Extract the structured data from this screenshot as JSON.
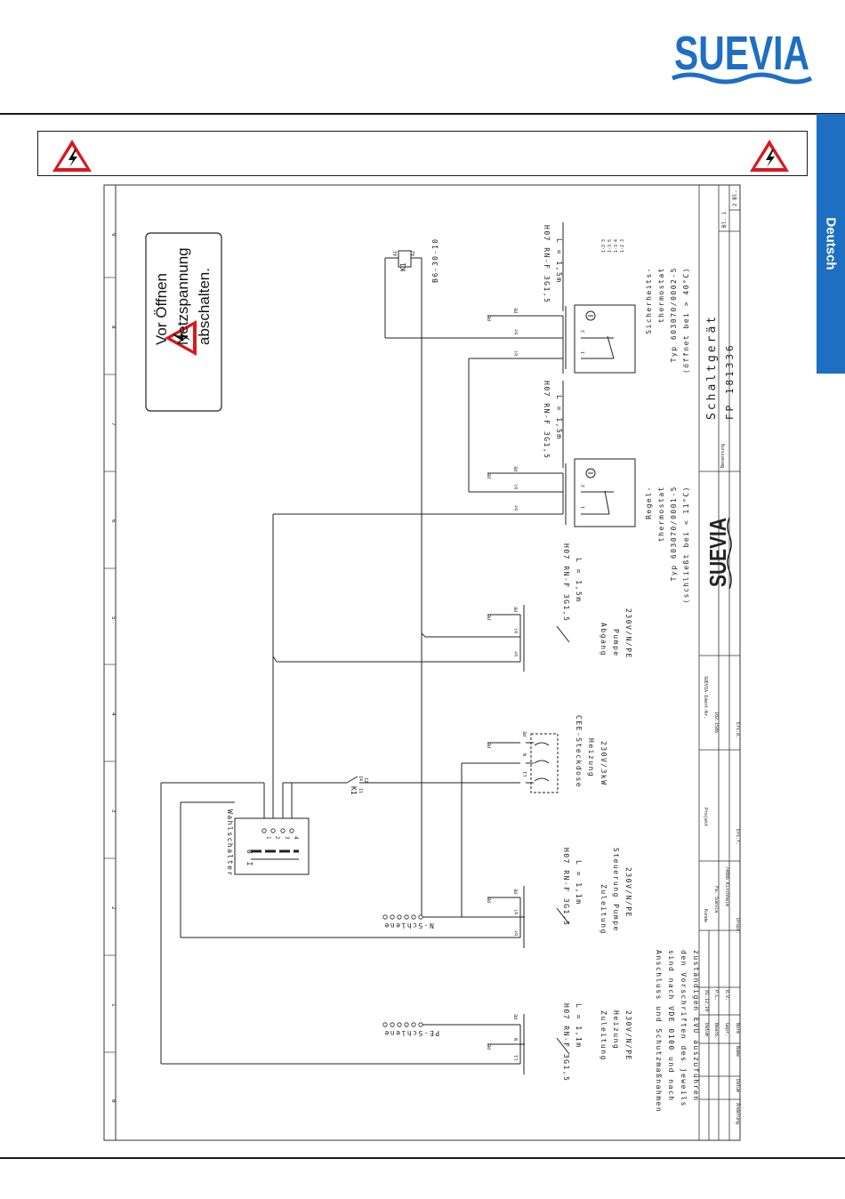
{
  "brand": {
    "name": "SUEVIA",
    "wave_color": "#1e6fc2",
    "text_color": "#1e6fc2"
  },
  "language_tab": {
    "label": "Deutsch",
    "color": "#1e6fc2"
  },
  "warning_icon": "high-voltage-warning-icon",
  "sign": {
    "lines": [
      "Vor Öffnen",
      "Netzspannung",
      "abschalten."
    ]
  },
  "components": {
    "wahlschalter": "Wahlschalter",
    "wahlschalter_positions": "0 I",
    "switch_pins": [
      "1",
      "2",
      "3",
      "4"
    ],
    "n_schiene": "N-Schiene",
    "pe_schiene": "PE-Schiene",
    "k1_contact": "K1",
    "k1_contact_pins": [
      "11",
      "12"
    ],
    "k1_contact_pin14": "14",
    "relay_label": "K1",
    "relay_pins": [
      "A1",
      "A2"
    ],
    "relay_type": "B6-30-10"
  },
  "cables": [
    {
      "id": "zuleitung-heizung",
      "type": "H07 RN-F 3G1,5",
      "length": "L = 1,1m",
      "desc": [
        "Zuleitung",
        "Heizung",
        "230V/N/PE"
      ],
      "wires": [
        "L1",
        "N",
        "PE"
      ]
    },
    {
      "id": "zuleitung-steuerung",
      "type": "H07 RN-F 3G1,5",
      "length": "L = 1,1m",
      "desc": [
        "Zuleitung",
        "Steuerung Pumpe",
        "230V/N/PE"
      ],
      "wires": [
        "br",
        "bl",
        "PE"
      ]
    },
    {
      "id": "cee-steckdose",
      "type": "",
      "length": "",
      "desc": [
        "CEE-Steckdose",
        "Heizung",
        "230V/3kW"
      ],
      "wires": [
        "L1",
        "N",
        "PE"
      ]
    },
    {
      "id": "abgang-pumpe",
      "type": "H07 RN-F 3G1,5",
      "length": "L = 1,5m",
      "desc": [
        "Abgang",
        "Pumpe",
        "230V/N/PE"
      ],
      "wires": [
        "br",
        "bl",
        "PE"
      ]
    },
    {
      "id": "regel-kabel",
      "type": "H07 RN-F 3G1,5",
      "length": "L = 1,5m",
      "desc": [],
      "wires": [
        "br",
        "bl",
        "PE"
      ]
    },
    {
      "id": "sicher-kabel",
      "type": "H07 RN-F 3G1,5",
      "length": "L = 1,5m",
      "desc": [],
      "wires": [
        "bl",
        "br",
        "PE"
      ]
    }
  ],
  "thermostats": [
    {
      "id": "regelthermostat",
      "lines": [
        "Regel-",
        "thermostat",
        "Typ 603070/0001-5",
        "(schließt bei < 11°C)"
      ],
      "terminals": [
        "1",
        "2"
      ]
    },
    {
      "id": "sicherheitsthermostat",
      "lines": [
        "Sicherheits-",
        "thermostat",
        "Typ 603070/0002-5",
        "(öffnet bei > 40°C)"
      ],
      "terminals": [
        "1",
        "2"
      ]
    }
  ],
  "contact_table": [
    "1-2 3",
    "1-3 5",
    "1-3 4",
    "1-2 3"
  ],
  "note": [
    "Anschluss und Schutzmaßnahmen",
    "sind nach VDE 0100 und nach",
    "den Vorschriften des jeweils",
    "zuständigen EVU auszuführen"
  ],
  "grid_numbers": [
    "0",
    "1",
    "2",
    "3",
    "4",
    "5",
    "6",
    "7",
    "8",
    "9"
  ],
  "title_block": {
    "benennung_label": "Benennung",
    "title": "Schaltgerät",
    "drawing_no": "FP 181336",
    "sheet": "Bl. 1",
    "sheets": "2 Bl.",
    "col_headers": [
      "Datum",
      "Bearb.",
      "Gepr.",
      "Norm"
    ],
    "col_values": [
      "01.12.10",
      "P.L.",
      "R.V.",
      ""
    ],
    "kunde_label": "Kunde",
    "kunde": [
      "Fa. Suevia",
      "74086 Kirchheim"
    ],
    "projekt_label": "Projekt",
    "ident_label": "SUEVIA-Ident-Nr.",
    "ident": "102.1586",
    "urspr": "Urspr.",
    "ers_f": "Ers.f.",
    "ers_d": "Ers.d.",
    "aenderung_row": [
      "Änderung",
      "Datum",
      "Name",
      "Norm"
    ]
  }
}
